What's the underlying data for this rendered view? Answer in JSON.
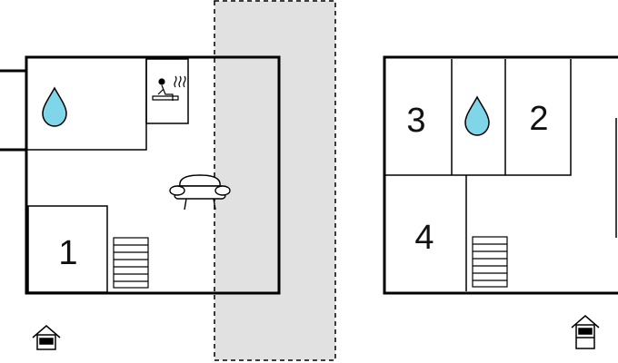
{
  "ground_floor": {
    "rooms": [
      {
        "label": "1"
      }
    ],
    "icons": [
      "water-drop-icon",
      "sauna-icon",
      "sofa-icon",
      "stairs-icon",
      "floor-level-ground-icon"
    ]
  },
  "upper_floor": {
    "rooms": [
      {
        "label": "3"
      },
      {
        "label": "2"
      },
      {
        "label": "4"
      }
    ],
    "icons": [
      "water-drop-icon",
      "stairs-icon",
      "floor-level-upper-icon"
    ]
  },
  "colors": {
    "wall": "#000000",
    "terrace_fill": "#e1e1e1",
    "water_drop": "#7fd6e8",
    "background": "#ffffff"
  }
}
